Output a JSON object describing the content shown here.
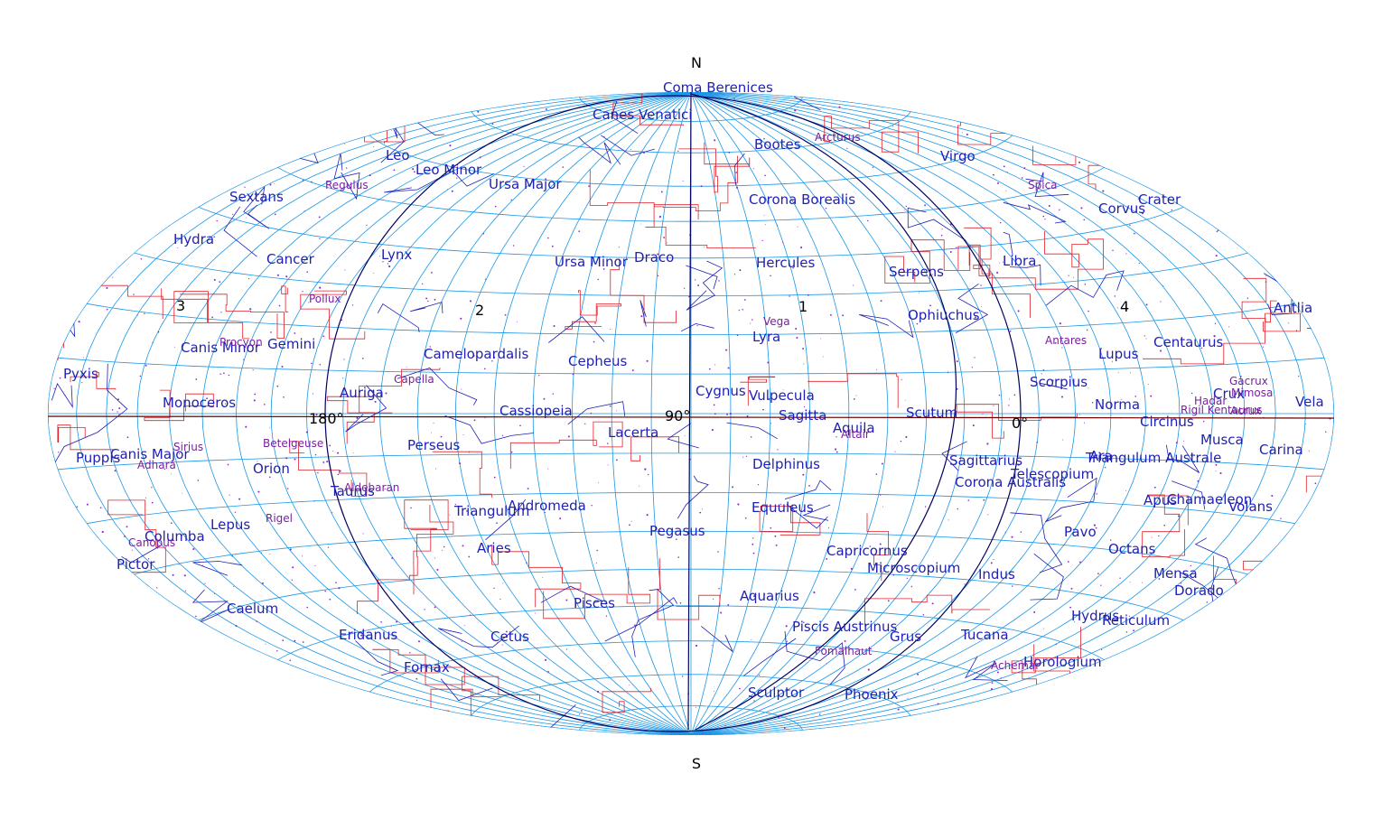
{
  "map": {
    "projection": "hammer-aitoff",
    "poles": {
      "north": "N",
      "south": "S"
    },
    "longitude_labels": [
      "180°",
      "90°",
      "0°"
    ],
    "quadrant_labels": [
      "1",
      "2",
      "3",
      "4"
    ],
    "colors": {
      "background": "#ffffff",
      "graticule": "#1a96e6",
      "boundaries": "#e0202a",
      "constellation_lines": "#1f1fb4",
      "constellation_names": "#1f1fb4",
      "star_names": "#7a1fa0",
      "equator": "#6a0000",
      "great_circles": "#000060",
      "dots": "#8a2cc8"
    },
    "constellations": [
      "Coma Berenices",
      "Canes Venatici",
      "Bootes",
      "Virgo",
      "Leo",
      "Leo Minor",
      "Ursa Major",
      "Sextans",
      "Corona Borealis",
      "Crater",
      "Corvus",
      "Hydra",
      "Cancer",
      "Lynx",
      "Ursa Minor",
      "Draco",
      "Hercules",
      "Serpens",
      "Libra",
      "Ophiuchus",
      "Antlia",
      "Canis Minor",
      "Gemini",
      "Camelopardalis",
      "Cepheus",
      "Lyra",
      "Centaurus",
      "Lupus",
      "Pyxis",
      "Scorpius",
      "Monoceros",
      "Auriga",
      "Cygnus",
      "Vulpecula",
      "Crux",
      "Vela",
      "Norma",
      "Cassiopeia",
      "Sagitta",
      "Scutum",
      "Circinus",
      "Lacerta",
      "Aquila",
      "Puppis",
      "Canis Major",
      "Perseus",
      "Musca",
      "Carina",
      "Ara",
      "Triangulum Australe",
      "Orion",
      "Delphinus",
      "Sagittarius",
      "Telescopium",
      "Corona Australis",
      "Taurus",
      "Andromeda",
      "Triangulum",
      "Equuleus",
      "Apus",
      "Chamaeleon",
      "Volans",
      "Lepus",
      "Pegasus",
      "Pavo",
      "Columba",
      "Aries",
      "Capricornus",
      "Octans",
      "Pictor",
      "Microscopium",
      "Indus",
      "Mensa",
      "Dorado",
      "Pisces",
      "Aquarius",
      "Caelum",
      "Hydrus",
      "Reticulum",
      "Piscis Austrinus",
      "Grus",
      "Eridanus",
      "Cetus",
      "Tucana",
      "Horologium",
      "Fornax",
      "Sculptor",
      "Phoenix"
    ],
    "stars": [
      "Arcturus",
      "Regulus",
      "Spica",
      "Pollux",
      "Procyon",
      "Vega",
      "Antares",
      "Capella",
      "Gacrux",
      "Mimosa",
      "Hadar",
      "Rigil Kentaurus",
      "Acrux",
      "Sirius",
      "Betelgeuse",
      "Altair",
      "Adhara",
      "Aldebaran",
      "Rigel",
      "Canopus",
      "Fomalhaut",
      "Achernar"
    ]
  }
}
